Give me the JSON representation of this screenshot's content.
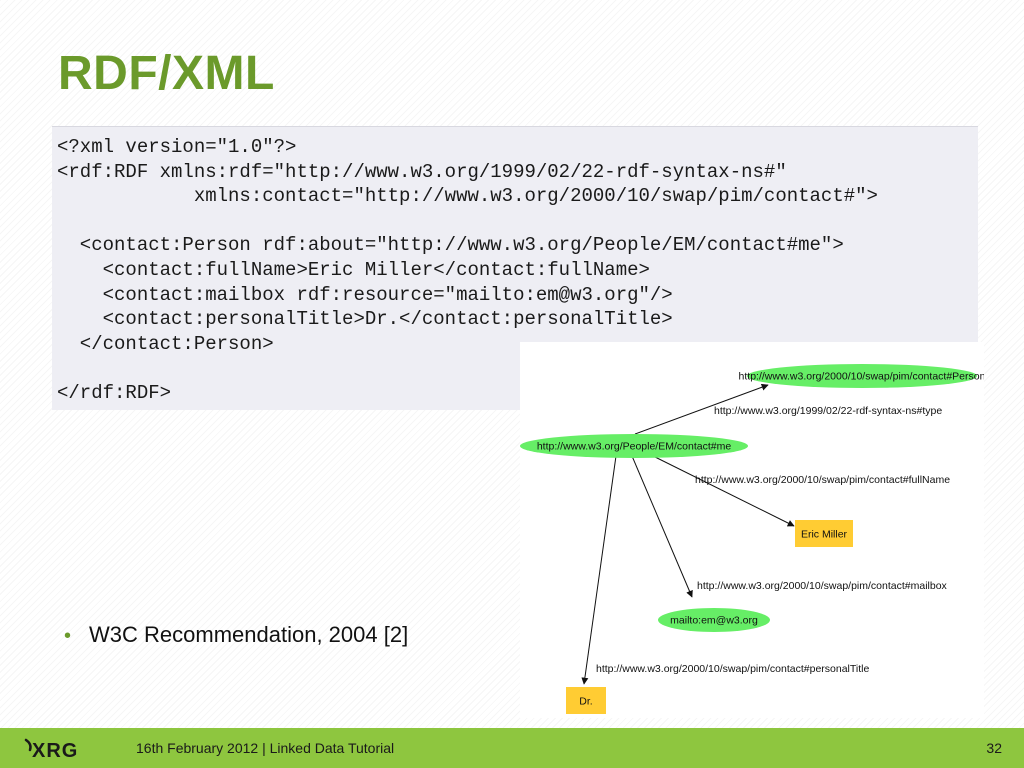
{
  "slide": {
    "title": "RDF/XML",
    "code_lines": [
      "<?xml version=\"1.0\"?>",
      "<rdf:RDF xmlns:rdf=\"http://www.w3.org/1999/02/22-rdf-syntax-ns#\"",
      "            xmlns:contact=\"http://www.w3.org/2000/10/swap/pim/contact#\">",
      "",
      "  <contact:Person rdf:about=\"http://www.w3.org/People/EM/contact#me\">",
      "    <contact:fullName>Eric Miller</contact:fullName>",
      "    <contact:mailbox rdf:resource=\"mailto:em@w3.org\"/>",
      "    <contact:personalTitle>Dr.</contact:personalTitle>",
      "  </contact:Person>",
      "",
      "</rdf:RDF>"
    ],
    "bullet": "W3C Recommendation, 2004 [2]"
  },
  "graph": {
    "nodes": {
      "person": "http://www.w3.org/2000/10/swap/pim/contact#Person",
      "me": "http://www.w3.org/People/EM/contact#me",
      "fullname_value": "Eric Miller",
      "mailbox_value": "mailto:em@w3.org",
      "title_value": "Dr."
    },
    "edges": {
      "type": "http://www.w3.org/1999/02/22-rdf-syntax-ns#type",
      "fullName": "http://www.w3.org/2000/10/swap/pim/contact#fullName",
      "mailbox": "http://www.w3.org/2000/10/swap/pim/contact#mailbox",
      "personalTitle": "http://www.w3.org/2000/10/swap/pim/contact#personalTitle"
    }
  },
  "footer": {
    "logo_text": "XRG",
    "text": "16th February 2012 | Linked Data Tutorial",
    "page": "32"
  },
  "colors": {
    "accent": "#6b9a2b",
    "footer": "#8ec63f",
    "node_resource": "#66ee66",
    "node_literal": "#ffcc33"
  }
}
